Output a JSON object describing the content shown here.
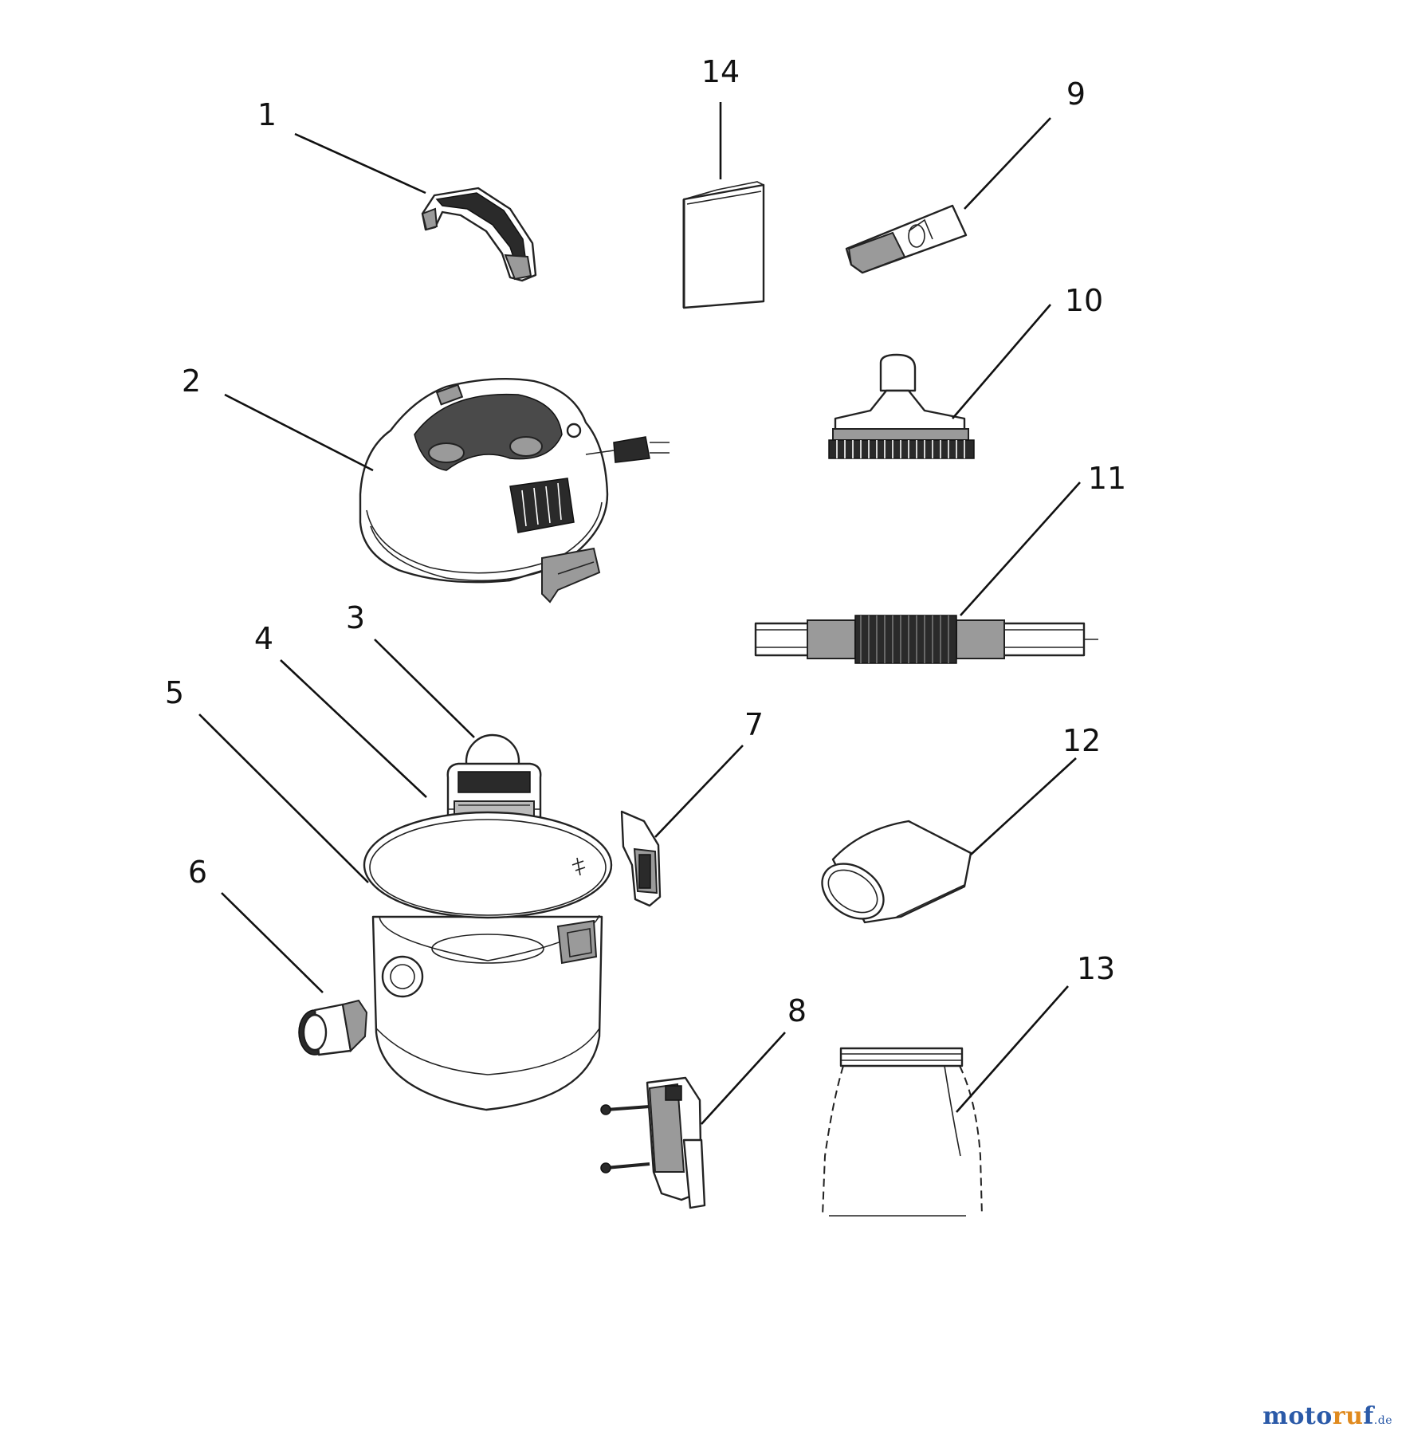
{
  "diagram": {
    "parts": [
      {
        "number": "1"
      },
      {
        "number": "2"
      },
      {
        "number": "3"
      },
      {
        "number": "4"
      },
      {
        "number": "5"
      },
      {
        "number": "6"
      },
      {
        "number": "7"
      },
      {
        "number": "8"
      },
      {
        "number": "9"
      },
      {
        "number": "10"
      },
      {
        "number": "11"
      },
      {
        "number": "12"
      },
      {
        "number": "13"
      },
      {
        "number": "14"
      }
    ]
  },
  "watermark": {
    "part1": "moto",
    "part2": "ru",
    "part3": "f",
    "tld": ".de"
  }
}
